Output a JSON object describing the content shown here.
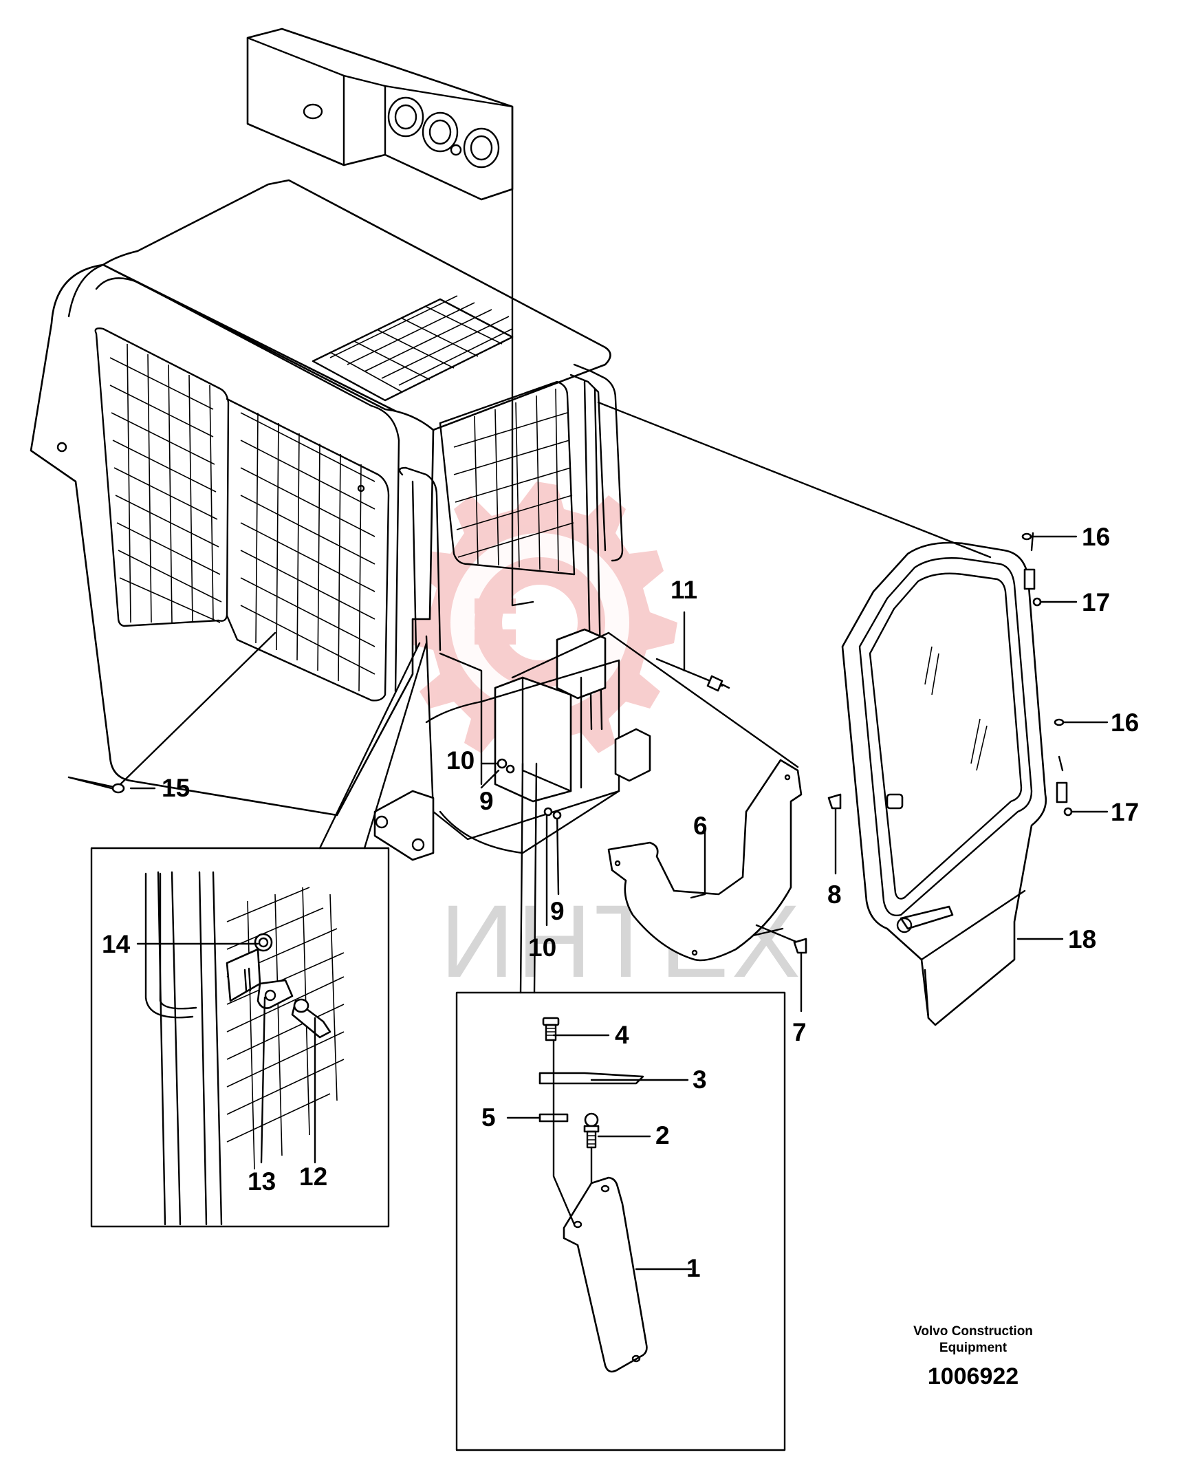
{
  "diagram": {
    "labels": {
      "l1": "1",
      "l2": "2",
      "l3": "3",
      "l4": "4",
      "l5": "5",
      "l6": "6",
      "l7": "7",
      "l8": "8",
      "l9a": "9",
      "l9b": "9",
      "l10a": "10",
      "l10b": "10",
      "l11": "11",
      "l12": "12",
      "l13": "13",
      "l14": "14",
      "l15": "15",
      "l16a": "16",
      "l16b": "16",
      "l17a": "17",
      "l17b": "17",
      "l18": "18"
    },
    "brand_line1": "Volvo Construction",
    "brand_line2": "Equipment",
    "doc_number": "1006922",
    "watermark_text": "ИНТЕХ"
  },
  "colors": {
    "line": "#000000",
    "background": "#ffffff",
    "watermark_gear": "#f7c9c9",
    "watermark_text": "#d6d6d6"
  }
}
